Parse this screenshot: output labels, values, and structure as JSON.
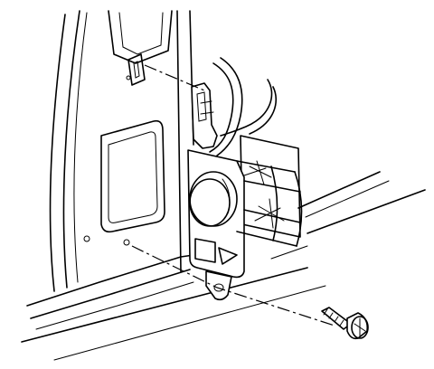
{
  "figure": {
    "components": [
      {
        "name": "door-inner-panel",
        "icon": "door-panel-outline"
      },
      {
        "name": "panel-access-opening",
        "icon": "rounded-opening"
      },
      {
        "name": "mounting-tab-slot",
        "icon": "slot-tab"
      },
      {
        "name": "side-marker-lamp-housing",
        "icon": "lamp-housing"
      },
      {
        "name": "lamp-lens",
        "icon": "round-lens"
      },
      {
        "name": "retaining-screw",
        "icon": "screw"
      }
    ],
    "line_color": "#000000",
    "background": "#ffffff"
  }
}
